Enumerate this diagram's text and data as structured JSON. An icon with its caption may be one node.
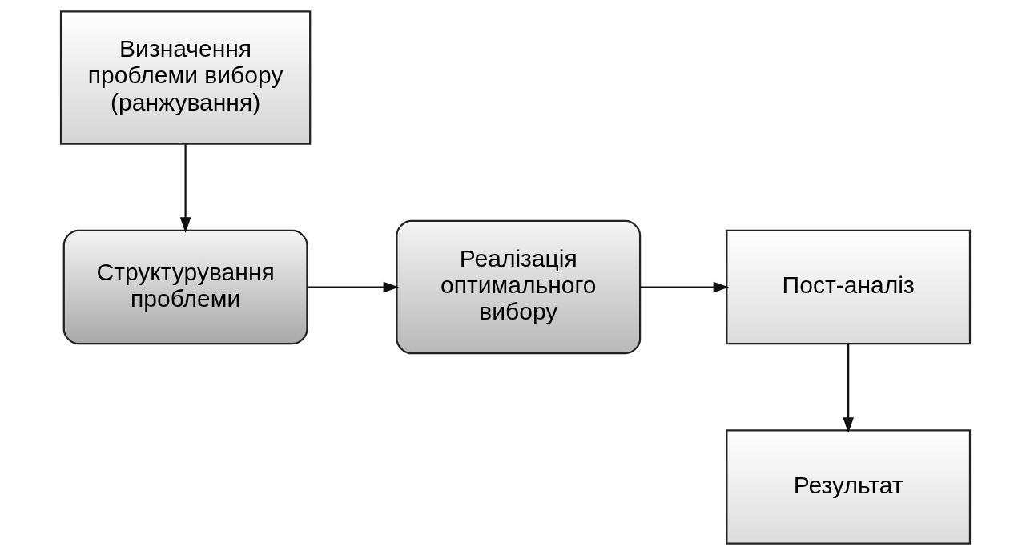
{
  "diagram": {
    "nodes": [
      {
        "text": [
          "Визначення проблеми вибору (ранжування)"
        ]
      },
      {
        "text": [
          "Структурування проблеми"
        ]
      },
      {
        "text": [
          "Реалізація оптимального вибору"
        ]
      },
      {
        "text": [
          "Пост-аналіз"
        ]
      },
      {
        "text": [
          "Результат"
        ]
      }
    ],
    "edges": [
      {
        "from": 0,
        "to": 1,
        "arrow": "to"
      },
      {
        "from": 1,
        "to": 2,
        "arrow": "to"
      },
      {
        "from": 2,
        "to": 3,
        "arrow": "to"
      },
      {
        "from": 3,
        "to": 4,
        "arrow": "to"
      }
    ]
  }
}
